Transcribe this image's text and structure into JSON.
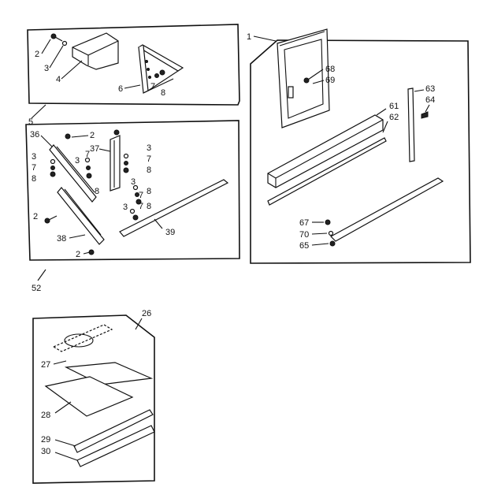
{
  "callouts": {
    "p1": "1",
    "p2a": "2",
    "p3a": "3",
    "p4": "4",
    "p5": "5",
    "p6": "6",
    "p7a": "7",
    "p8a": "8",
    "p68": "68",
    "p69": "69",
    "p61": "61",
    "p62": "62",
    "p63": "63",
    "p64": "64",
    "p67": "67",
    "p70": "70",
    "p65": "65",
    "p36": "36",
    "p2b": "2",
    "p37": "37",
    "p3b": "3",
    "p7b": "7",
    "p8b": "8",
    "p3c": "3",
    "p7c": "7",
    "p8c": "8",
    "p3d": "3",
    "p7d": "7",
    "p8d": "8",
    "p3e": "3",
    "p7e": "7",
    "p8e": "8",
    "p3f": "3",
    "p7f": "7",
    "p8f": "8",
    "p2c": "2",
    "p38": "38",
    "p2d": "2",
    "p39": "39",
    "p52": "52",
    "p26": "26",
    "p27": "27",
    "p28": "28",
    "p29": "29",
    "p30": "30"
  }
}
